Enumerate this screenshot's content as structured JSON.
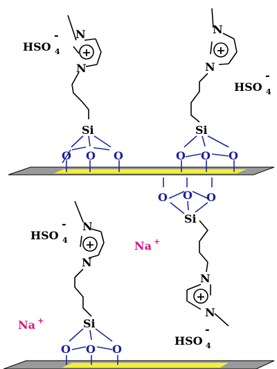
{
  "atoms": {
    "silicon": "Si",
    "oxygen": "O",
    "nitrogen": "N",
    "plus": "+"
  },
  "counterion": {
    "base": "HSO",
    "subscript": "4",
    "charge": "-"
  },
  "sodium": {
    "symbol": "Na",
    "charge": "+"
  },
  "colors": {
    "bond": "#000000",
    "surface_bond": "#1b2aa0",
    "oxygen": "#1b1f9e",
    "sodium": "#e0117f",
    "surface_fill": "#9a9a9a",
    "surface_stripe": "#f2ee3a"
  }
}
